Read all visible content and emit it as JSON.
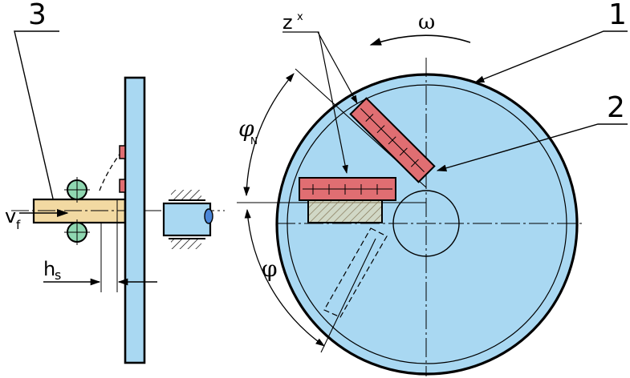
{
  "labels": {
    "disc_number": "1",
    "blade_number": "2",
    "workpiece_number": "3",
    "omega": "ω",
    "z_symbol": "z",
    "z_superscript": "x",
    "phi_n_symbol": "φ",
    "phi_n_subscript": "N",
    "phi_symbol": "φ",
    "feed_symbol": "v",
    "feed_subscript": "f",
    "hs_symbol": "h",
    "hs_subscript": "s"
  },
  "colors": {
    "disc_fill": "#a9d8f2",
    "blade_fill": "#e06e72",
    "workpiece_fill": "#f2d9a2",
    "roller_fill": "#8fd7b1",
    "outline": "#000000",
    "background": "#ffffff"
  }
}
